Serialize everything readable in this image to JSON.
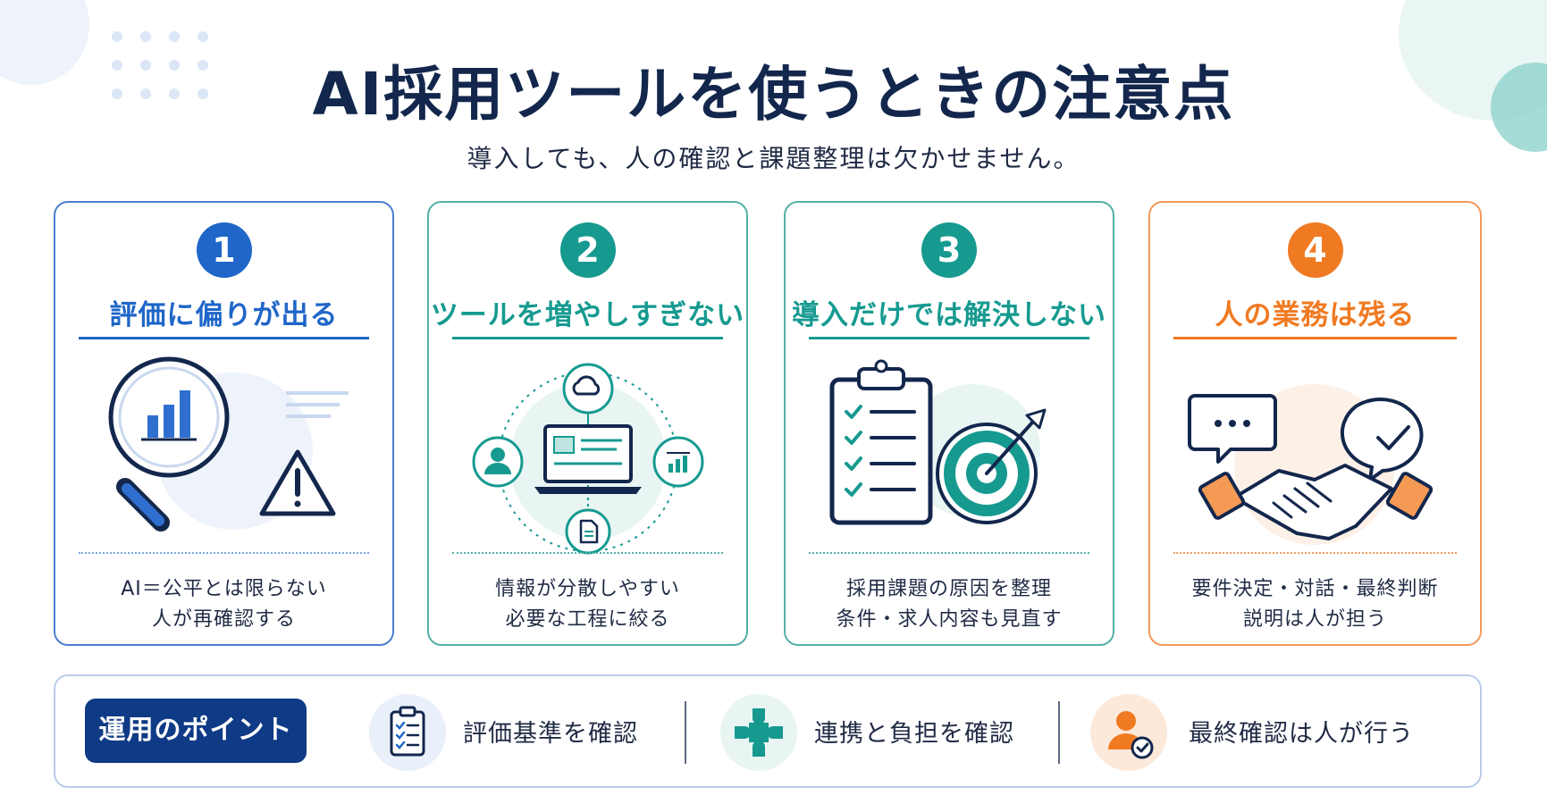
{
  "title": "AI採用ツールを使うときの注意点",
  "subtitle": "導入しても、人の確認と課題整理は欠かせません。",
  "colors": {
    "blue": "#1f66c8",
    "teal": "#169a90",
    "orange": "#f07a22",
    "navy": "#0f3a85",
    "title": "#13274d"
  },
  "cards": [
    {
      "number": "1",
      "title": "評価に偏りが出る",
      "icon": "magnifier-chart-warning-icon",
      "lines": [
        "AI＝公平とは限らない",
        "人が再確認する"
      ]
    },
    {
      "number": "2",
      "title": "ツールを増やしすぎない",
      "icon": "laptop-network-icon",
      "lines": [
        "情報が分散しやすい",
        "必要な工程に絞る"
      ]
    },
    {
      "number": "3",
      "title": "導入だけでは解決しない",
      "icon": "checklist-target-icon",
      "lines": [
        "採用課題の原因を整理",
        "条件・求人内容も見直す"
      ]
    },
    {
      "number": "4",
      "title": "人の業務は残る",
      "icon": "handshake-chat-icon",
      "lines": [
        "要件決定・対話・最終判断",
        "説明は人が担う"
      ]
    }
  ],
  "points": {
    "label": "運用のポイント",
    "items": [
      {
        "text": "評価基準を確認",
        "icon": "clipboard-icon"
      },
      {
        "text": "連携と負担を確認",
        "icon": "puzzle-icon"
      },
      {
        "text": "最終確認は人が行う",
        "icon": "person-check-icon"
      }
    ]
  }
}
